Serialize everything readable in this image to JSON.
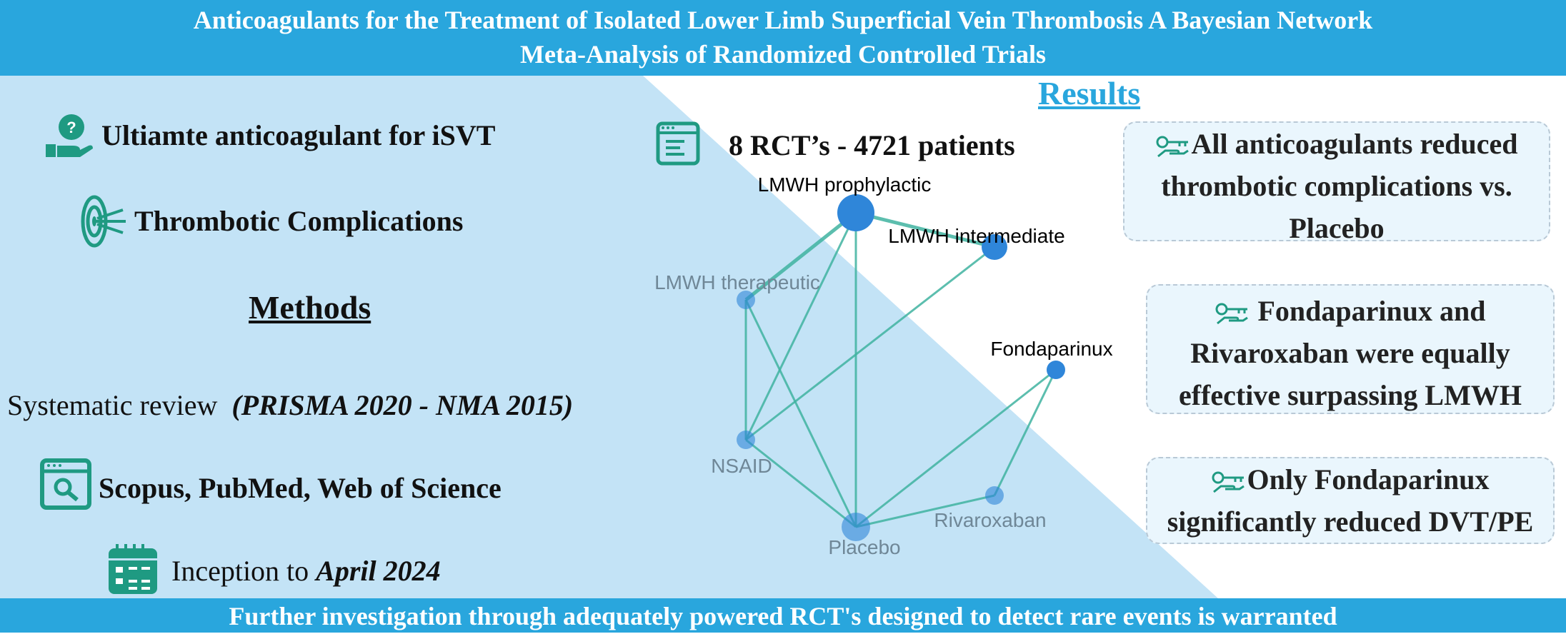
{
  "header": {
    "title_line1": "Anticoagulants for the Treatment of Isolated Lower Limb Superficial Vein Thrombosis A Bayesian Network",
    "title_line2": "Meta-Analysis of Randomized Controlled Trials"
  },
  "left": {
    "question": "Ultiamte anticoagulant for iSVT",
    "outcome": "Thrombotic Complications",
    "methods_heading": "Methods",
    "review_prefix": "Systematic review",
    "review_detail": "(PRISMA 2020 - NMA 2015)",
    "databases": "Scopus, PubMed, Web of Science",
    "timeline_prefix": "Inception to",
    "timeline_date": "April 2024"
  },
  "center": {
    "study_count": "8 RCT’s - 4721 patients"
  },
  "network": {
    "nodes": [
      {
        "id": "lmwh_prophylactic",
        "label": "LMWH prophylactic"
      },
      {
        "id": "lmwh_intermediate",
        "label": "LMWH intermediate"
      },
      {
        "id": "lmwh_therapeutic",
        "label": "LMWH therapeutic"
      },
      {
        "id": "fondaparinux",
        "label": "Fondaparinux"
      },
      {
        "id": "nsaid",
        "label": "NSAID"
      },
      {
        "id": "rivaroxaban",
        "label": "Rivaroxaban"
      },
      {
        "id": "placebo",
        "label": "Placebo"
      }
    ],
    "edges": [
      [
        "lmwh_prophylactic",
        "lmwh_intermediate"
      ],
      [
        "lmwh_prophylactic",
        "lmwh_therapeutic"
      ],
      [
        "lmwh_prophylactic",
        "nsaid"
      ],
      [
        "lmwh_prophylactic",
        "placebo"
      ],
      [
        "lmwh_intermediate",
        "nsaid"
      ],
      [
        "lmwh_therapeutic",
        "nsaid"
      ],
      [
        "lmwh_therapeutic",
        "placebo"
      ],
      [
        "nsaid",
        "placebo"
      ],
      [
        "fondaparinux",
        "placebo"
      ],
      [
        "fondaparinux",
        "rivaroxaban"
      ],
      [
        "rivaroxaban",
        "placebo"
      ]
    ],
    "node_color": "#2f86d9",
    "edge_color": "#3fb3a0"
  },
  "results": {
    "heading": "Results",
    "items": [
      {
        "line1": "All anticoagulants reduced",
        "line2": "thrombotic complications vs.",
        "line3": "Placebo"
      },
      {
        "line1": "Fondaparinux and",
        "line2": "Rivaroxaban were equally",
        "line3": "effective surpassing LMWH"
      },
      {
        "line1": "Only Fondaparinux",
        "line2": "significantly reduced DVT/PE"
      }
    ]
  },
  "footer": {
    "conclusion": "Further investigation through adequately powered RCT's designed to detect rare events is warranted"
  },
  "colors": {
    "banner": "#29a6dd",
    "left_panel": "#c3e3f6",
    "icon_green": "#1f9a82"
  }
}
